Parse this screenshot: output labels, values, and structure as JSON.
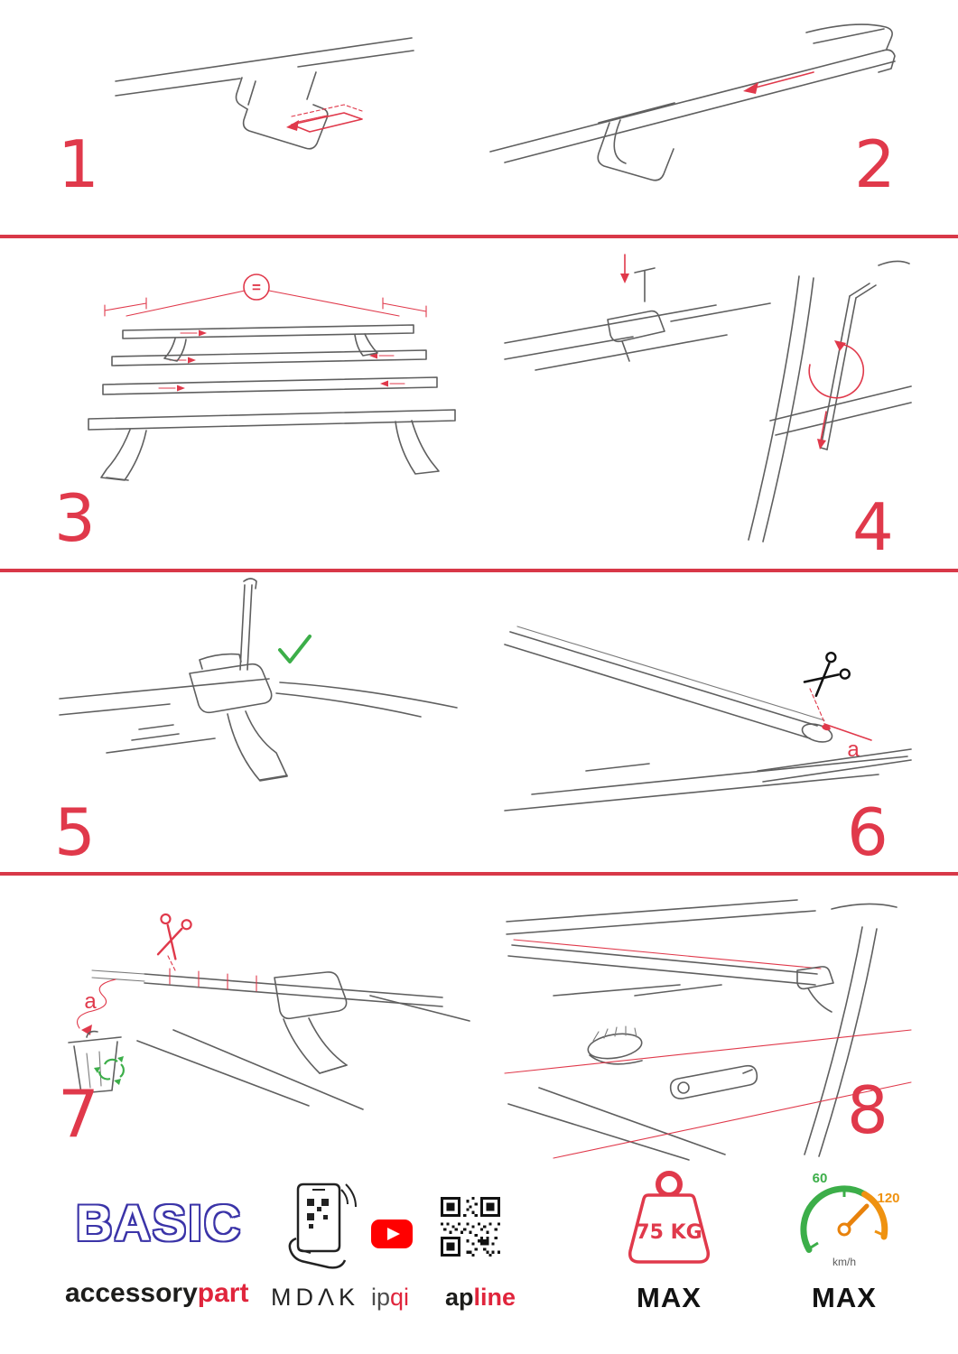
{
  "colors": {
    "accent": "#e0394b",
    "brand_blue": "#3b34a8",
    "green": "#3cae49",
    "orange": "#ef9210",
    "ink": "#1d1d1b"
  },
  "steps": [
    {
      "number": "1"
    },
    {
      "number": "2"
    },
    {
      "number": "3"
    },
    {
      "number": "4"
    },
    {
      "number": "5"
    },
    {
      "number": "6"
    },
    {
      "number": "7"
    },
    {
      "number": "8"
    }
  ],
  "labels": {
    "equal": "=",
    "cut_a": "a"
  },
  "icons": {
    "scissors": "✂",
    "recycle": "♻",
    "check": "✓",
    "youtube": "play-triangle",
    "qr": "qr-code",
    "phone_scan": "phone-with-qr",
    "weight": "75kg-weight",
    "speedometer": "gauge"
  },
  "footer": {
    "series": "BASIC",
    "brand_black": "accessory",
    "brand_red": "part",
    "mdak": "MDΛK",
    "ipqi_black": "ip",
    "ipqi_red": "qi",
    "apline_black": "ap",
    "apline_red": "line",
    "weight_value": "75 KG",
    "weight_max": "MAX",
    "speed_low": "60",
    "speed_high": "120",
    "speed_unit": "km/h",
    "speed_max": "MAX"
  }
}
